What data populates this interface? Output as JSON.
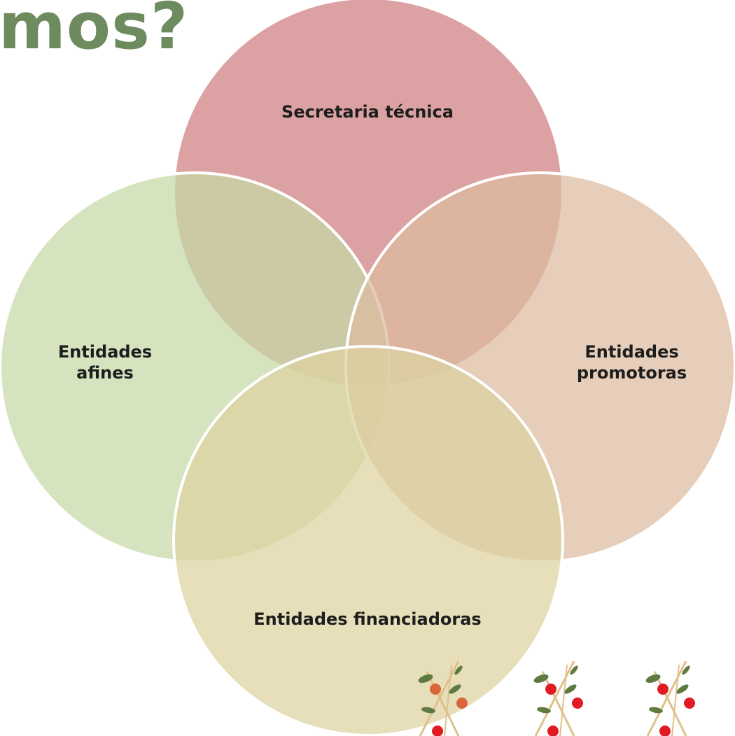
{
  "heading": {
    "text": "mos?"
  },
  "diagram": {
    "type": "venn",
    "circles": [
      {
        "id": "top",
        "label": "Secretaria técnica",
        "color": "#dca2a3"
      },
      {
        "id": "left",
        "label": "Entidades\nafines",
        "color": "#c6d8a6"
      },
      {
        "id": "right",
        "label": "Entidades\npromotoras",
        "color": "#ddbb9f"
      },
      {
        "id": "bottom",
        "label": "Entidades financiadoras",
        "color": "#dcd2a0"
      }
    ],
    "outline_color": "#ffffff",
    "overlap_opacity": 0.72
  },
  "decoration": {
    "icon": "tomato-plant-icon",
    "count": 3,
    "colors": {
      "stem": "#e0c089",
      "leaf": "#5f7a40",
      "fruit": "#e01b24",
      "fruit_alt": "#d9663a"
    }
  }
}
